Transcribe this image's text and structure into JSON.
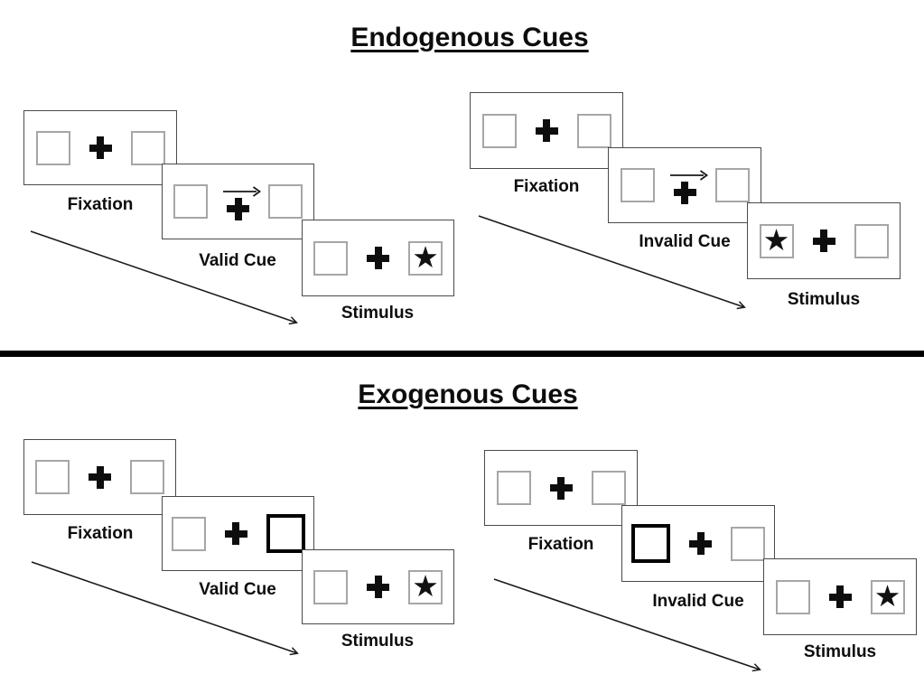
{
  "diagram": {
    "colors": {
      "ink": "#0d0d0d",
      "panel_border": "#4a4a4a",
      "box_border": "#a6a6a6",
      "highlight_border": "#000000",
      "divider": "#000000"
    },
    "icons": {
      "star": "★"
    },
    "sections": [
      {
        "title": "Endogenous Cues",
        "groups": [
          {
            "name": "valid-trial",
            "panels": [
              {
                "label": "Fixation",
                "left_box": "empty",
                "center": "cross",
                "right_box": "empty"
              },
              {
                "label": "Valid Cue",
                "left_box": "empty",
                "center": "cross-with-right-arrow",
                "right_box": "empty"
              },
              {
                "label": "Stimulus",
                "left_box": "empty",
                "center": "cross",
                "right_box": "star"
              }
            ]
          },
          {
            "name": "invalid-trial",
            "panels": [
              {
                "label": "Fixation",
                "left_box": "empty",
                "center": "cross",
                "right_box": "empty"
              },
              {
                "label": "Invalid Cue",
                "left_box": "empty",
                "center": "cross-with-right-arrow",
                "right_box": "empty"
              },
              {
                "label": "Stimulus",
                "left_box": "star",
                "center": "cross",
                "right_box": "empty"
              }
            ]
          }
        ]
      },
      {
        "title": "Exogenous Cues",
        "groups": [
          {
            "name": "valid-trial",
            "panels": [
              {
                "label": "Fixation",
                "left_box": "empty",
                "center": "cross",
                "right_box": "empty"
              },
              {
                "label": "Valid Cue",
                "left_box": "empty",
                "center": "cross",
                "right_box": "highlighted"
              },
              {
                "label": "Stimulus",
                "left_box": "empty",
                "center": "cross",
                "right_box": "star"
              }
            ]
          },
          {
            "name": "invalid-trial",
            "panels": [
              {
                "label": "Fixation",
                "left_box": "empty",
                "center": "cross",
                "right_box": "empty"
              },
              {
                "label": "Invalid Cue",
                "left_box": "highlighted",
                "center": "cross",
                "right_box": "empty"
              },
              {
                "label": "Stimulus",
                "left_box": "empty",
                "center": "cross",
                "right_box": "star"
              }
            ]
          }
        ]
      }
    ]
  }
}
